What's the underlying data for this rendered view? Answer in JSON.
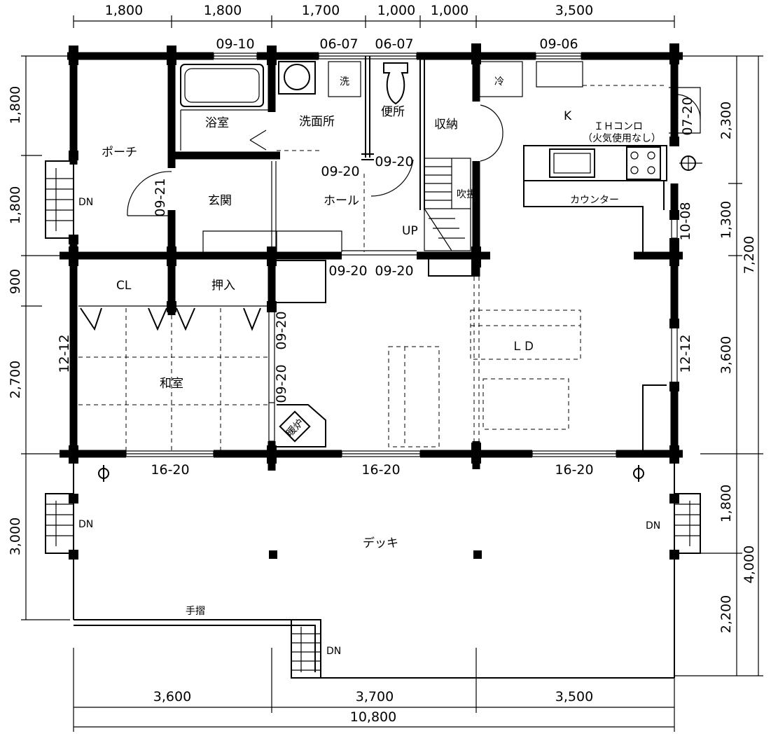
{
  "dims_top": [
    "1,800",
    "1,800",
    "1,700",
    "1,000",
    "1,000",
    "3,500"
  ],
  "dims_bottom": [
    "3,600",
    "3,700",
    "3,500"
  ],
  "dim_total": "10,800",
  "dims_left": [
    "1,800",
    "1,800",
    "900",
    "2,700",
    "3,000"
  ],
  "dims_right": [
    "2,300",
    "1,300",
    "3,600",
    "1,800",
    "2,200"
  ],
  "dims_right_outer": [
    "7,200",
    "4,000"
  ],
  "rooms": {
    "bath": "浴室",
    "washroom": "洗面所",
    "toilet": "便所",
    "storage": "収納",
    "kitchen": "K",
    "ih": "ＩＨコンロ",
    "ih_note": "（火気使用なし）",
    "counter": "カウンター",
    "porch": "ポーチ",
    "entry": "玄関",
    "hall": "ホール",
    "closet": "CL",
    "oshiire": "押入",
    "washitsu": "和室",
    "ld": "ＬＤ",
    "deck": "デッキ",
    "kotatsu": "暖炉",
    "handrail": "手摺",
    "sen": "洗",
    "rei": "冷",
    "fuki": "吹抜"
  },
  "openings": {
    "w1": "09-10",
    "w2": "06-07",
    "w3": "06-07",
    "w4": "09-06",
    "w5": "07-20",
    "w6": "09-20",
    "w7": "09-20",
    "w8": "09-21",
    "w9": "10-08",
    "w10": "09-20",
    "w11": "09-20",
    "w12": "09-20",
    "w13": "09-20",
    "w14": "12-12",
    "w15": "12-12",
    "w16": "16-20",
    "w17": "16-20",
    "w18": "16-20"
  },
  "stairs": {
    "dn1": "DN",
    "dn2": "DN",
    "dn3": "DN",
    "dn4": "DN",
    "up": "UP"
  }
}
